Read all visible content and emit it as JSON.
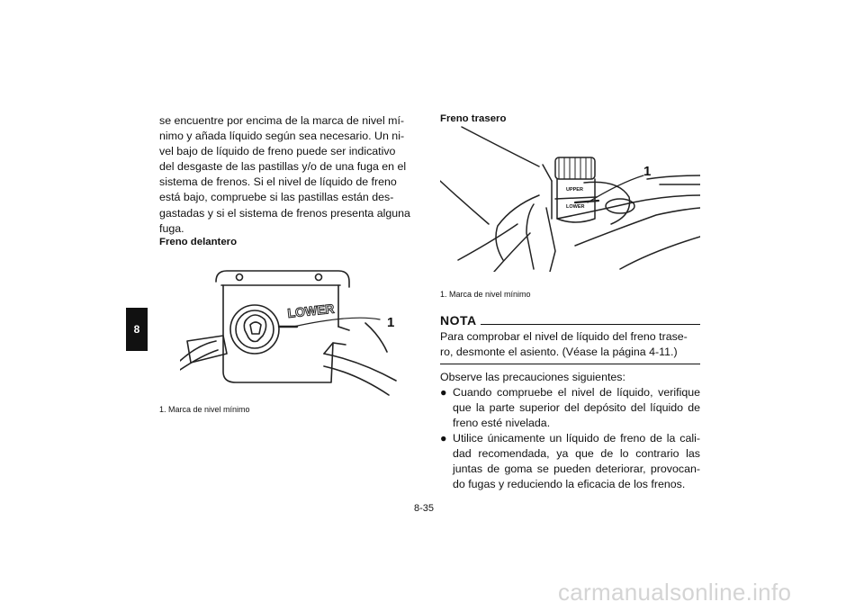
{
  "chapter_tab": "8",
  "left": {
    "paragraph_lines": [
      "se encuentre por encima de la marca de nivel mí-",
      "nimo y añada líquido según sea necesario. Un ni-",
      "vel bajo de líquido de freno puede ser indicativo",
      "del desgaste de las pastillas y/o de una fuga en el",
      "sistema de frenos. Si el nivel de líquido de freno",
      "está bajo, compruebe si las pastillas están des-",
      "gastadas y si el sistema de frenos presenta alguna",
      "fuga."
    ],
    "front_heading": "Freno delantero",
    "front_figure": {
      "callout": "1",
      "reservoir_label": "LOWER"
    },
    "front_caption": "1. Marca de nivel mínimo"
  },
  "right": {
    "rear_heading": "Freno trasero",
    "rear_figure": {
      "callout": "1",
      "upper_label": "UPPER",
      "lower_label": "LOWER"
    },
    "rear_caption": "1. Marca de nivel mínimo",
    "nota": {
      "title": "NOTA",
      "line1": "Para comprobar el nivel de líquido del freno trase-",
      "line2": "ro, desmonte el asiento. (Véase la página 4-11.)"
    },
    "precautions_intro": "Observe las precauciones siguientes:",
    "bullet_symbol": "●",
    "bullets": [
      "Cuando compruebe el nivel de líquido, verifique que la parte superior del depósito del líquido de freno esté nivelada.",
      "Utilice únicamente un líquido de freno de la cali- dad recomendada, ya que de lo contrario las juntas de goma se pueden deteriorar, provocan- do fugas y reduciendo la eficacia de los frenos."
    ]
  },
  "page_number": "8-35",
  "watermark": "carmanualsonline.info"
}
